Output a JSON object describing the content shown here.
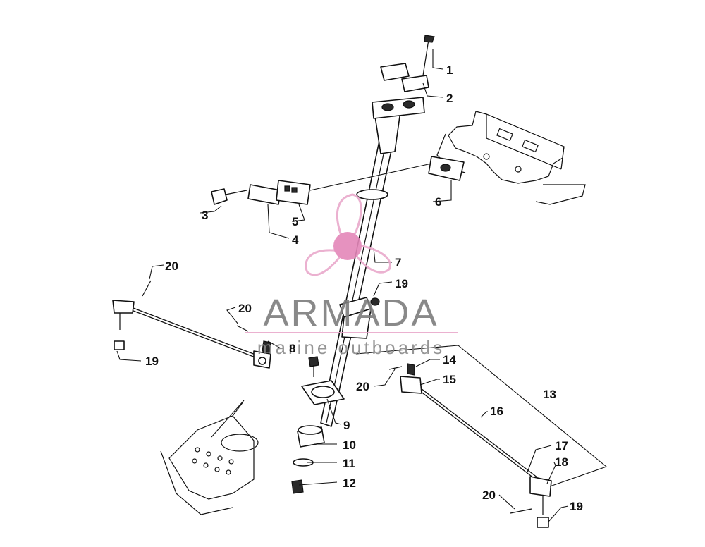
{
  "diagram": {
    "callouts": [
      {
        "id": "c1",
        "label": "1"
      },
      {
        "id": "c2",
        "label": "2"
      },
      {
        "id": "c3",
        "label": "3"
      },
      {
        "id": "c4",
        "label": "4"
      },
      {
        "id": "c5",
        "label": "5"
      },
      {
        "id": "c6",
        "label": "6"
      },
      {
        "id": "c7",
        "label": "7"
      },
      {
        "id": "c8",
        "label": "8"
      },
      {
        "id": "c9",
        "label": "9"
      },
      {
        "id": "c10",
        "label": "10"
      },
      {
        "id": "c11",
        "label": "11"
      },
      {
        "id": "c12",
        "label": "12"
      },
      {
        "id": "c13",
        "label": "13"
      },
      {
        "id": "c14",
        "label": "14"
      },
      {
        "id": "c15",
        "label": "15"
      },
      {
        "id": "c16",
        "label": "16"
      },
      {
        "id": "c17",
        "label": "17"
      },
      {
        "id": "c18",
        "label": "18"
      },
      {
        "id": "c19a",
        "label": "19"
      },
      {
        "id": "c19b",
        "label": "19"
      },
      {
        "id": "c19c",
        "label": "19"
      },
      {
        "id": "c20a",
        "label": "20"
      },
      {
        "id": "c20b",
        "label": "20"
      },
      {
        "id": "c20c",
        "label": "20"
      },
      {
        "id": "c20d",
        "label": "20"
      }
    ]
  },
  "watermark": {
    "brand": "ARMADA",
    "tagline": "marine outboards",
    "logo_color": "#e9a9cc",
    "logo_center_color": "#e487b9",
    "rule_color": "#e9a9cc",
    "text_color": "#7d7d7d"
  }
}
